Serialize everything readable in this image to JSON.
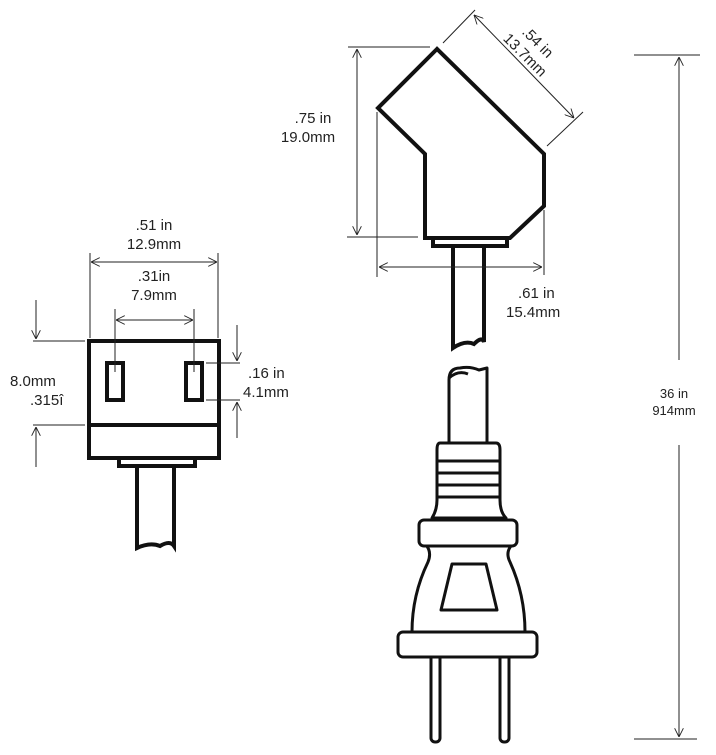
{
  "labels": {
    "socket_width_in": ".51 in",
    "socket_width_mm": "12.9mm",
    "slot_spacing_in": ".31in",
    "slot_spacing_mm": "7.9mm",
    "socket_height_mm": "8.0mm",
    "socket_height_in": ".315î",
    "slot_height_in": ".16 in",
    "slot_height_mm": "4.1mm",
    "angle_height_in": ".75 in",
    "angle_height_mm": "19.0mm",
    "angle_diag_in": ".54 in",
    "angle_diag_mm": "13.7mm",
    "angle_width_in": ".61 in",
    "angle_width_mm": "15.4mm",
    "cord_length_in": "36 in",
    "cord_length_mm": "914mm"
  }
}
